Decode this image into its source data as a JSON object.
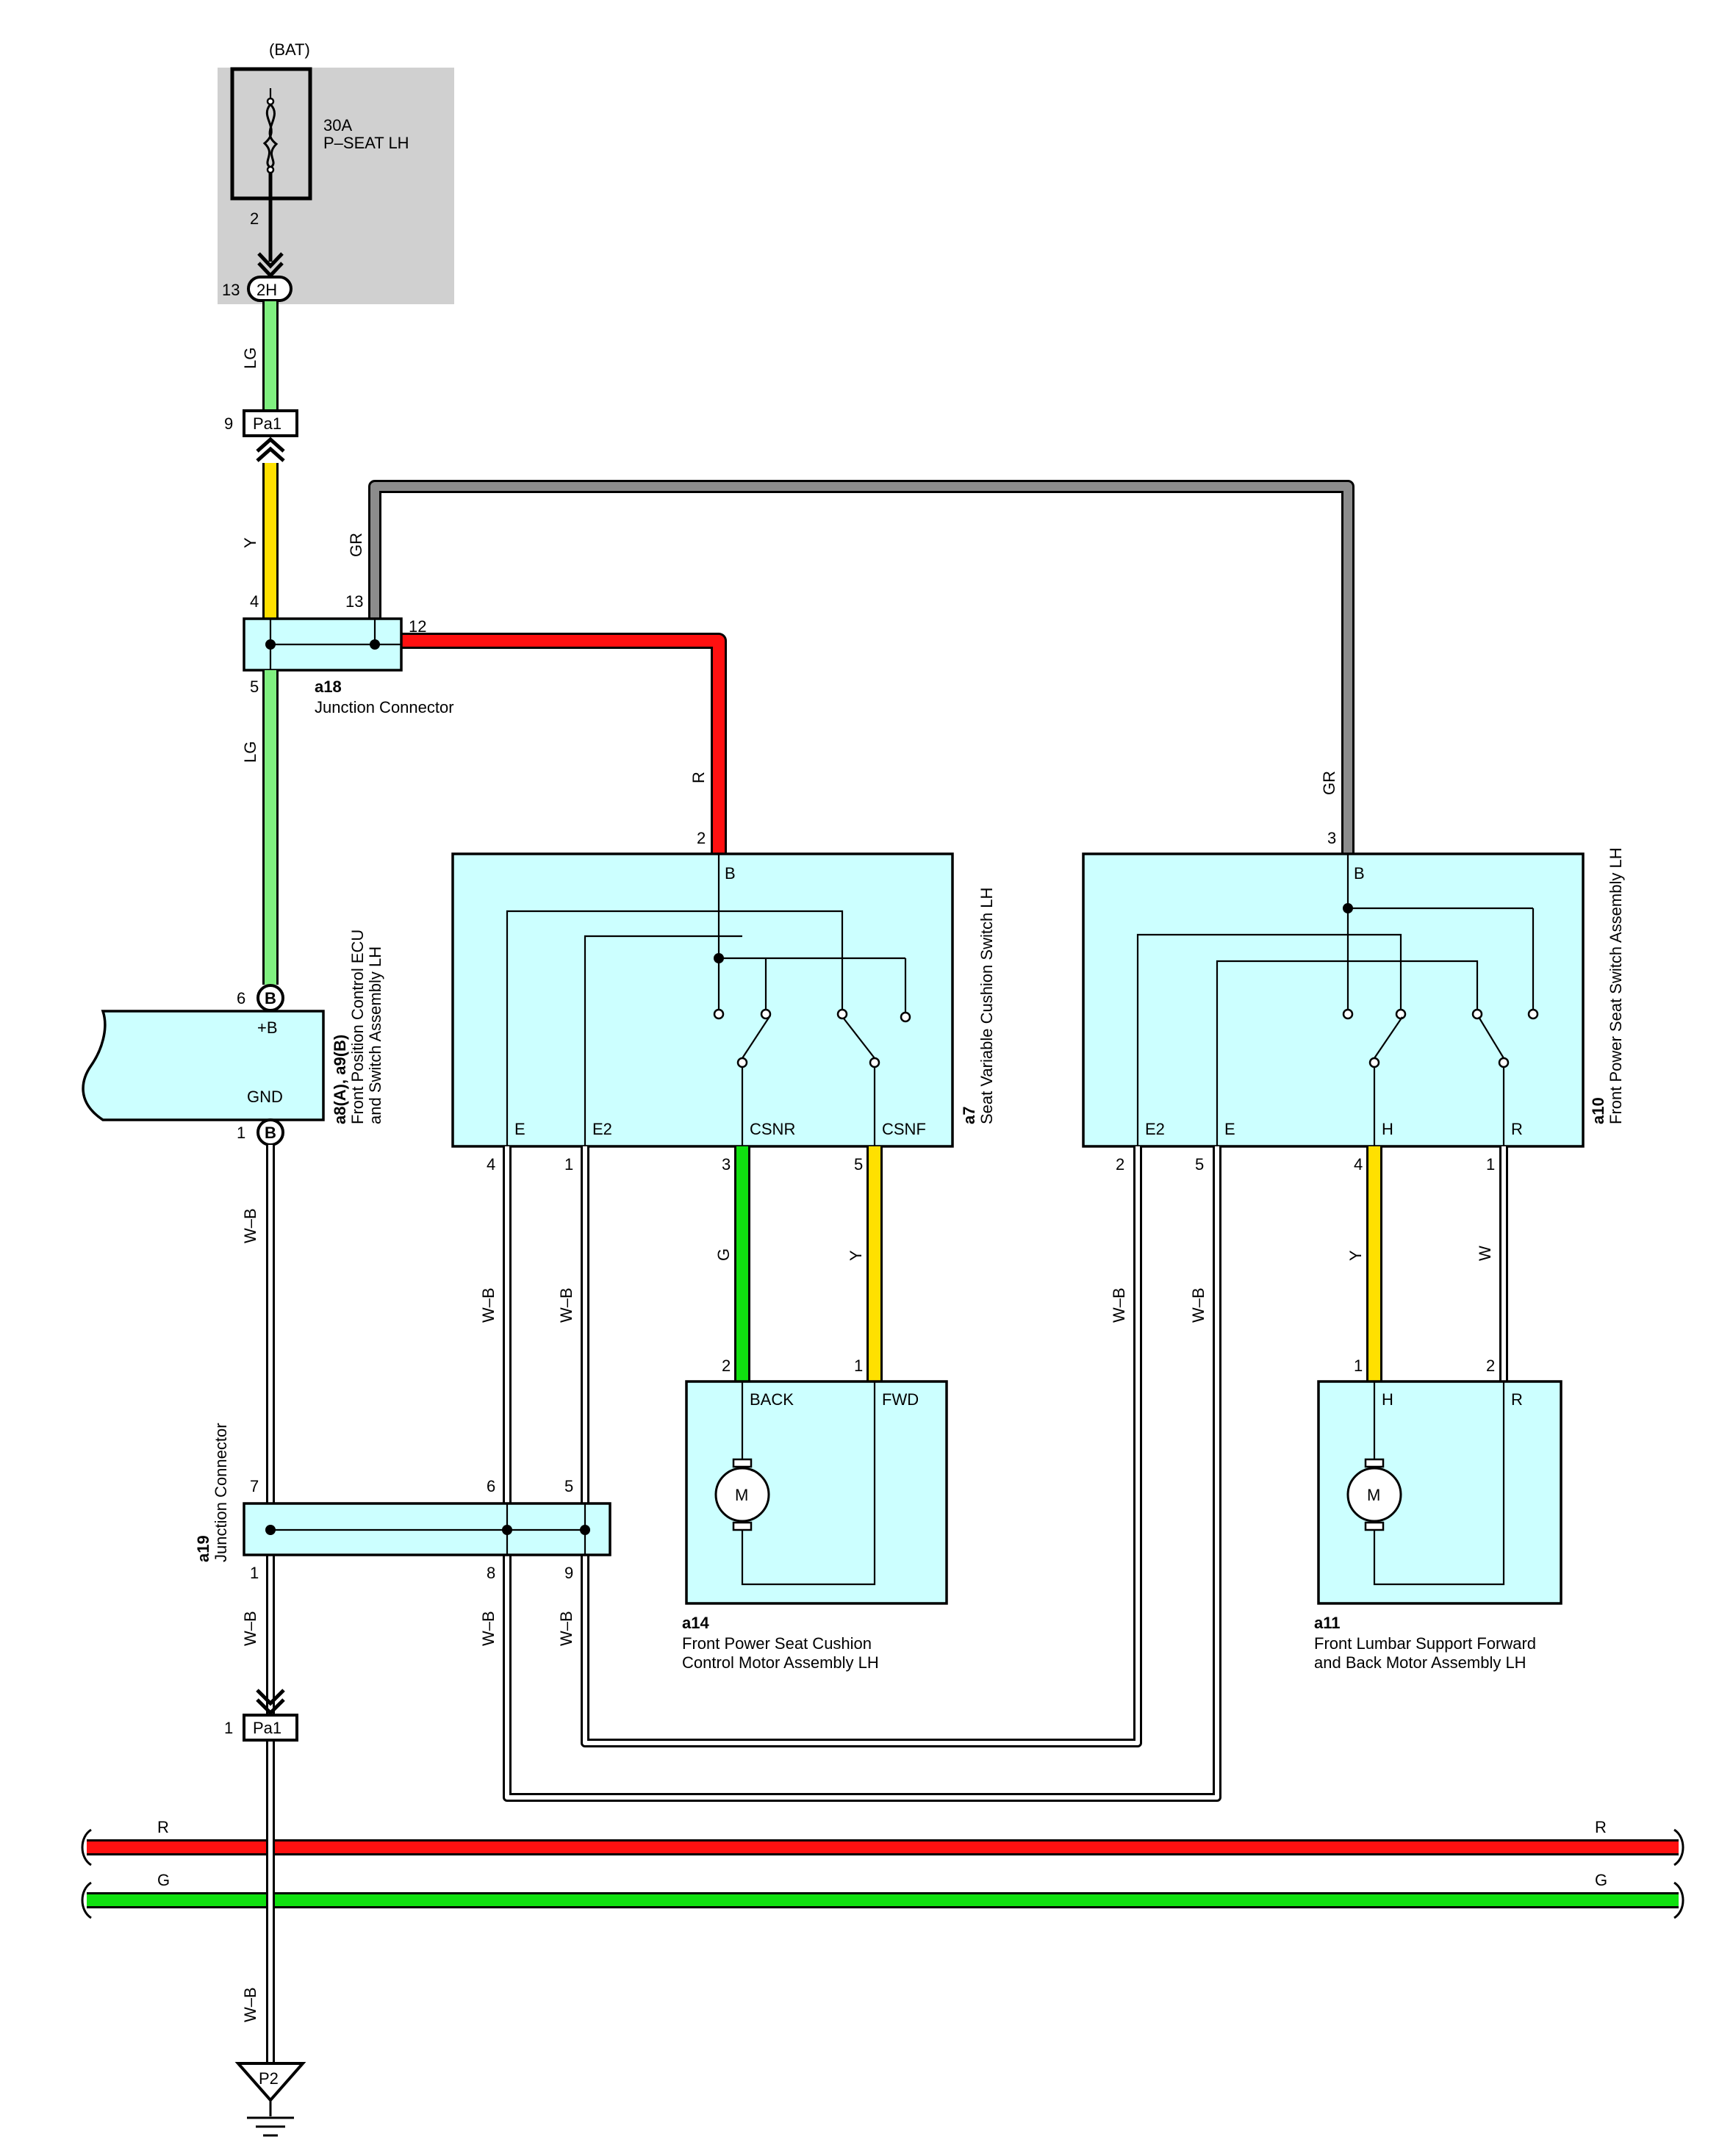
{
  "colors": {
    "LG": "#80f080",
    "Y": "#ffe000",
    "GR": "#8c8c8c",
    "R": "#ff1010",
    "G": "#10e010",
    "W": "#ffffff",
    "W-B": "#ffffff",
    "component_fill": "#ccffff",
    "bat_panel": "#d0d0d0"
  },
  "battery": {
    "label": "(BAT)",
    "fuse_rating": "30A",
    "fuse_name": "P–SEAT LH",
    "fuse_pin": "2",
    "jb_pin": "13",
    "jb_connector": "2H"
  },
  "connector_pa1_top": {
    "name": "Pa1",
    "pin": "9"
  },
  "connector_pa1_bottom": {
    "name": "Pa1",
    "pin": "1"
  },
  "a18": {
    "id": "a18",
    "name": "Junction Connector",
    "pins": {
      "in_y": "4",
      "in_gr": "13",
      "out_lg": "5",
      "out_r": "12"
    }
  },
  "a19": {
    "id": "a19",
    "name": "Junction Connector",
    "pins": {
      "p7": "7",
      "p6": "6",
      "p5": "5",
      "p1": "1",
      "p8": "8",
      "p9": "9"
    }
  },
  "ecu": {
    "id": "a8(A), a9(B)",
    "name_line1": "Front Position Control ECU",
    "name_line2": "and Switch Assembly LH",
    "plus_b": "+B",
    "gnd": "GND",
    "pin_b_top": "6",
    "pin_b_bottom": "1",
    "conn_b": "B"
  },
  "a7": {
    "id": "a7",
    "name": "Seat Variable Cushion Switch LH",
    "term_b": "B",
    "terminals": [
      "E",
      "E2",
      "CSNR",
      "CSNF"
    ],
    "pins": {
      "b": "2",
      "e": "4",
      "e2": "1",
      "csnr": "3",
      "csnf": "5"
    }
  },
  "a10": {
    "id": "a10",
    "name": "Front Power Seat Switch Assembly LH",
    "term_b": "B",
    "terminals": [
      "E2",
      "E",
      "H",
      "R"
    ],
    "pins": {
      "b": "3",
      "e2": "2",
      "e": "5",
      "h": "4",
      "r": "1"
    }
  },
  "a14": {
    "id": "a14",
    "name_line1": "Front Power Seat Cushion",
    "name_line2": "Control Motor Assembly LH",
    "terminals": [
      "BACK",
      "FWD"
    ],
    "pins": {
      "back": "2",
      "fwd": "1"
    },
    "motor": "M"
  },
  "a11": {
    "id": "a11",
    "name_line1": "Front Lumbar Support Forward",
    "name_line2": "and Back Motor Assembly LH",
    "terminals": [
      "H",
      "R"
    ],
    "pins": {
      "h": "1",
      "r": "2"
    },
    "motor": "M"
  },
  "wire_labels": {
    "lg_top": "LG",
    "y_top": "Y",
    "gr_left": "GR",
    "lg_mid": "LG",
    "r_a7": "R",
    "gr_a10": "GR",
    "wb_gnd": "W–B",
    "wb_a7_e": "W–B",
    "wb_a7_e2": "W–B",
    "g_csnr": "G",
    "y_csnf": "Y",
    "wb_a10_e2": "W–B",
    "wb_a10_e": "W–B",
    "y_h": "Y",
    "w_r": "W",
    "wb_a19_1": "W–B",
    "wb_a19_8": "W–B",
    "wb_a19_9": "W–B",
    "wb_bottom": "W–B"
  },
  "bus": {
    "r_left": "R",
    "r_right": "R",
    "g_left": "G",
    "g_right": "G"
  },
  "ground": {
    "name": "P2"
  }
}
